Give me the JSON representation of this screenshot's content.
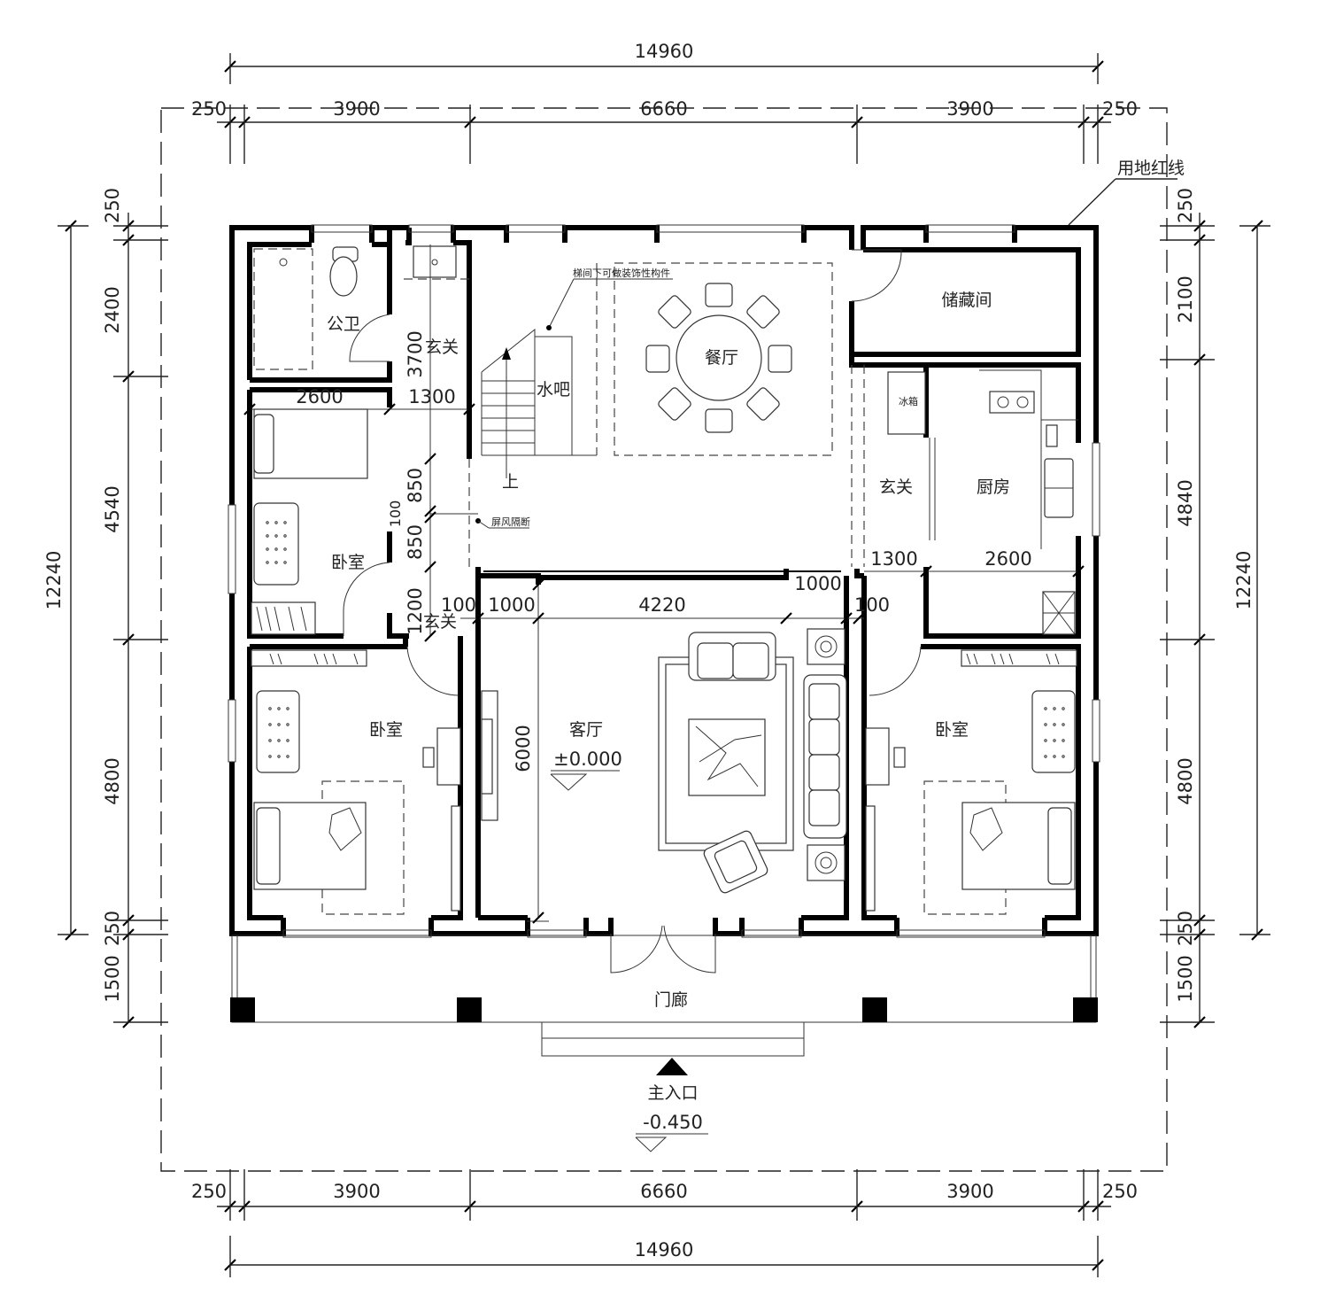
{
  "dimensions": {
    "top_total": "14960",
    "top_left_margin": "250",
    "top_seg1": "3900",
    "top_seg2": "6660",
    "top_seg3": "3900",
    "top_right_margin": "250",
    "bottom_left_margin": "250",
    "bottom_seg1": "3900",
    "bottom_seg2": "6660",
    "bottom_seg3": "3900",
    "bottom_right_margin": "250",
    "bottom_total": "14960",
    "left_top_margin": "250",
    "left_seg1": "2400",
    "left_seg2": "4540",
    "left_seg3": "4800",
    "left_bottom_margin": "250",
    "left_porch": "1500",
    "left_total": "12240",
    "right_top_margin": "250",
    "right_seg1": "2100",
    "right_seg2": "4840",
    "right_seg3": "4800",
    "right_bottom_margin": "250",
    "right_porch": "1500",
    "right_total": "12240",
    "inner_2600_left": "2600",
    "inner_1300_left": "1300",
    "inner_3700": "3700",
    "inner_850_a": "850",
    "inner_100_v": "100",
    "inner_850_b": "850",
    "inner_1200": "1200",
    "inner_100_left": "100",
    "inner_1000_left": "1000",
    "inner_4220": "4220",
    "inner_1000_right": "1000",
    "inner_100_right": "100",
    "inner_1300_right": "1300",
    "inner_2600_right": "2600",
    "inner_6000": "6000"
  },
  "rooms": {
    "public_wc": "公卫",
    "foyer_top": "玄关",
    "water_bar": "水吧",
    "dining": "餐厅",
    "storage": "储藏间",
    "bedroom_left_top": "卧室",
    "foyer_mid_left": "玄关",
    "foyer_right": "玄关",
    "kitchen": "厨房",
    "fridge": "冰箱",
    "bedroom_left": "卧室",
    "living": "客厅",
    "bedroom_right": "卧室",
    "porch": "门廊"
  },
  "labels": {
    "stair_up": "上",
    "stair_note": "梯间下可做装饰性构件",
    "screen_partition": "屏风隔断",
    "site_red_line": "用地红线",
    "main_entrance": "主入口",
    "living_elevation": "±0.000",
    "entrance_elevation": "-0.450"
  }
}
